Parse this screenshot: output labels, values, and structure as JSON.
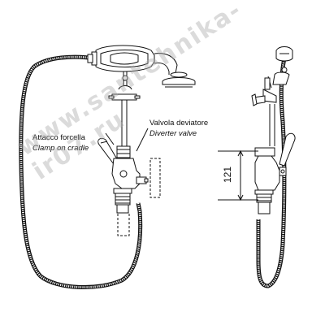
{
  "labels": {
    "clamp_it": "Attacco forcella",
    "clamp_en": "Clamp on cradle",
    "valve_it": "Valvola deviatore",
    "valve_en": "Diverter valve",
    "dimension": "121"
  },
  "watermark": "www.santehnika-ir07.ru",
  "colors": {
    "line": "#111111",
    "watermark": "#aaaaaa",
    "background": "#ffffff"
  }
}
